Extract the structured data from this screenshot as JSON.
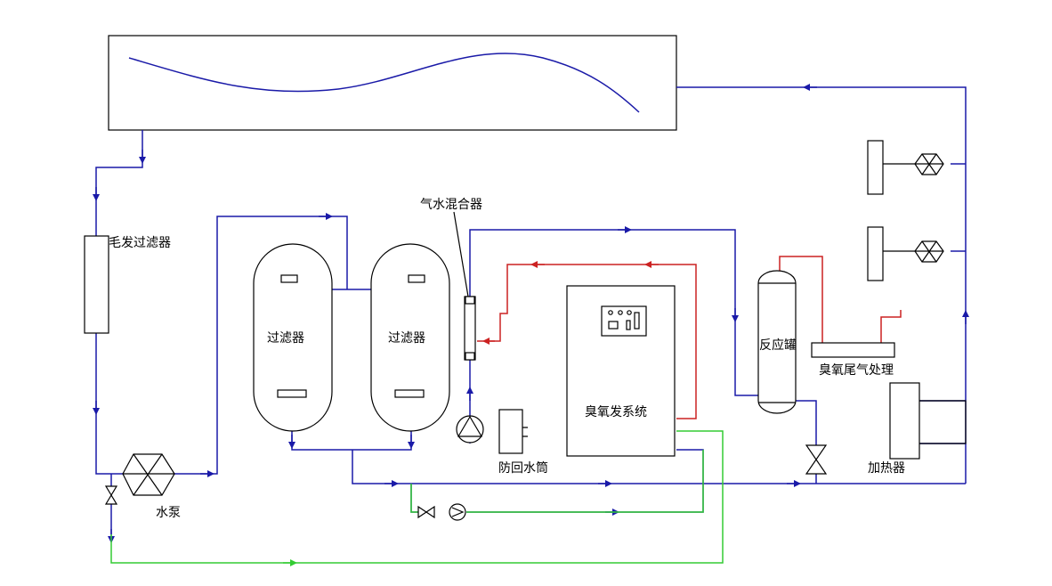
{
  "labels": {
    "hair_filter": "毛发过滤器",
    "filter_1": "过滤器",
    "filter_2": "过滤器",
    "gas_water_mixer": "气水混合器",
    "water_pump": "水泵",
    "backflow_cylinder": "防回水筒",
    "ozone_system": "臭氧发系统",
    "reactor": "反应罐",
    "tail_gas": "臭氧尾气处理",
    "heater": "加热器"
  },
  "colors": {
    "water_line": "#1a1aa8",
    "ozone_line": "#cc2222",
    "cooling_line": "#33cc33",
    "equipment_stroke": "#000000",
    "pool_wave": "#1a1aa8"
  }
}
